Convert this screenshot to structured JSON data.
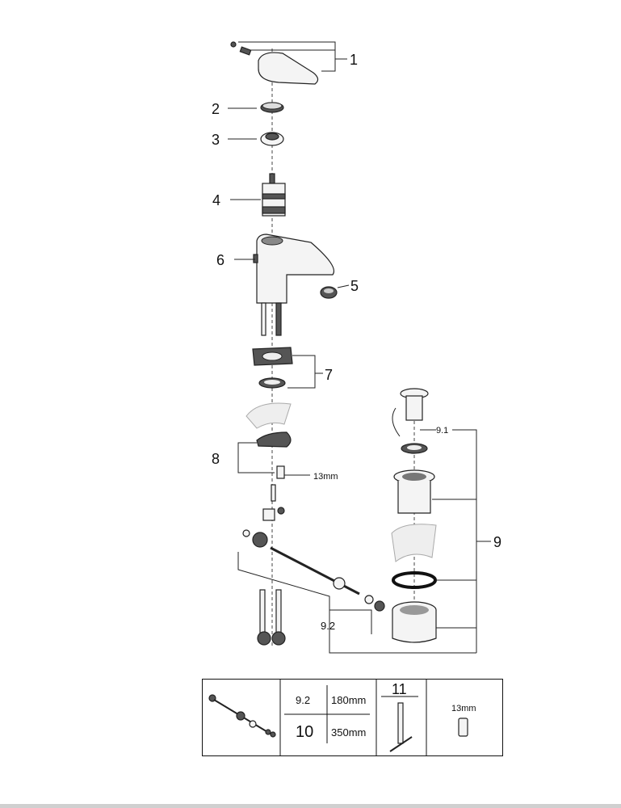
{
  "diagram": {
    "labels": {
      "p1": "1",
      "p2": "2",
      "p3": "3",
      "p4": "4",
      "p5": "5",
      "p6": "6",
      "p7": "7",
      "p8": "8",
      "p9": "9",
      "p9_1": "9.1",
      "p9_2": "9.2",
      "wrench_size": "13mm"
    }
  },
  "table": {
    "row1_part": "9.2",
    "row1_length": "180mm",
    "row2_part": "10",
    "row2_length": "350mm",
    "tool_number": "11",
    "socket_size": "13mm"
  }
}
